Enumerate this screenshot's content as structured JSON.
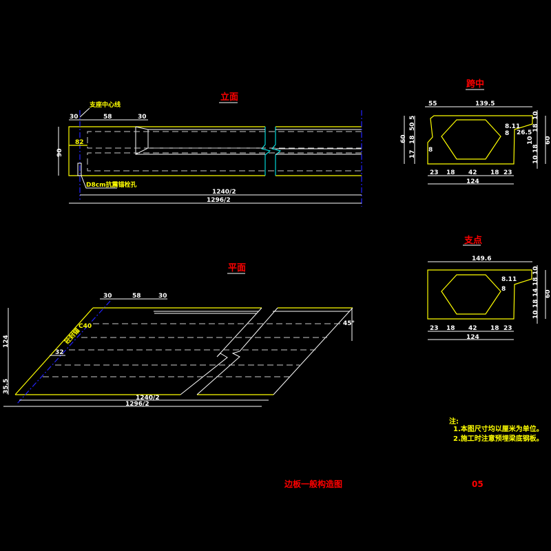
{
  "drawing_title": "边板一般构造图",
  "sheet_number": "05",
  "elevation": {
    "title": "立面",
    "support_centerline_label": "支座中心线",
    "anchor_hole_label": "D8cm抗震锚栓孔",
    "dims": {
      "end": "30",
      "mid": "58",
      "taper": "30",
      "height": "90",
      "depth": "82",
      "span": "1240/2",
      "total": "1296/2"
    }
  },
  "midspan_section": {
    "title": "跨中",
    "top_dims": [
      "55",
      "139.5"
    ],
    "bottom_dims": [
      "23",
      "18",
      "42",
      "18",
      "23"
    ],
    "bottom_total": "124",
    "left_dims": [
      "5",
      "50",
      "18",
      "17"
    ],
    "left_total": "60",
    "right_dims": [
      "10",
      "18",
      "18",
      "10",
      "10"
    ],
    "right_total": "60",
    "annotations": [
      "8.11",
      "8",
      "26.5",
      "8"
    ]
  },
  "support_section": {
    "title": "支点",
    "top_dim": "149.6",
    "bottom_dims": [
      "23",
      "18",
      "42",
      "18",
      "23"
    ],
    "bottom_total": "124",
    "right_dims": [
      "10",
      "18",
      "14",
      "18",
      "10"
    ],
    "right_total": "60",
    "annotations": [
      "8.11",
      "8"
    ]
  },
  "plan": {
    "title": "平面",
    "top_dims": [
      "30",
      "58",
      "30"
    ],
    "left_dims": [
      "124",
      "35.5"
    ],
    "span": "1240/2",
    "total": "1296/2",
    "angle": "45°",
    "seal_label": "砼封锚",
    "concrete_grade": "C40",
    "offset": "32"
  },
  "notes": {
    "heading": "注:",
    "items": [
      "1.本图尺寸均以厘米为单位。",
      "2.施工时注意预埋梁底钢板。"
    ]
  }
}
